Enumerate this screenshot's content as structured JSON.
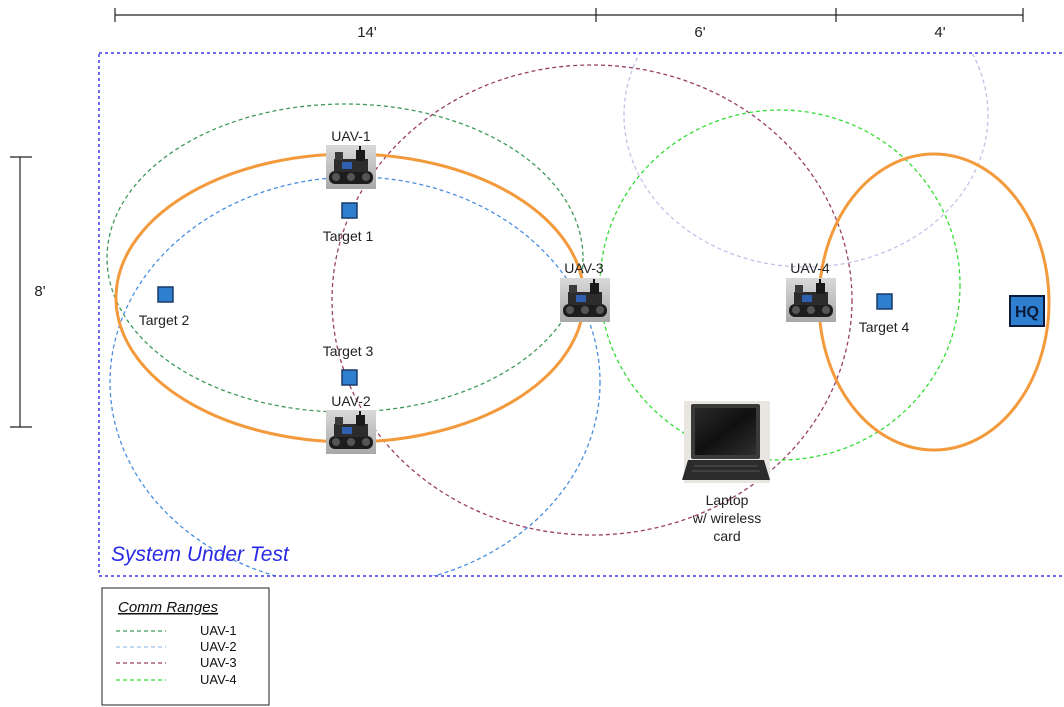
{
  "dimensions": {
    "horizontal": [
      "14'",
      "6'",
      "4'"
    ],
    "vertical": "8'"
  },
  "system_label": "System Under Test",
  "uavs": [
    "UAV-1",
    "UAV-2",
    "UAV-3",
    "UAV-4"
  ],
  "targets": [
    "Target 1",
    "Target 2",
    "Target 3",
    "Target 4"
  ],
  "hq": "HQ",
  "laptop": [
    "Laptop",
    "w/ wireless",
    "card"
  ],
  "legend": {
    "title": "Comm Ranges",
    "items": [
      {
        "label": "UAV-1",
        "color": "#3f9a5a"
      },
      {
        "label": "UAV-2",
        "color": "#9cc3ea"
      },
      {
        "label": "UAV-3",
        "color": "#9a3f6a"
      },
      {
        "label": "UAV-4",
        "color": "#33dd33"
      }
    ]
  },
  "colors": {
    "boundary": "#3a3ae6",
    "area_range": "#f39a3c",
    "uav1_range": "#3f9a5a",
    "uav2_range": "#4a8ee0",
    "uav3_range": "#9a3f6a",
    "uav4_range": "#33dd33",
    "uav4_secondary_range": "#c7c0e6",
    "marker": "#2f7fd0"
  }
}
